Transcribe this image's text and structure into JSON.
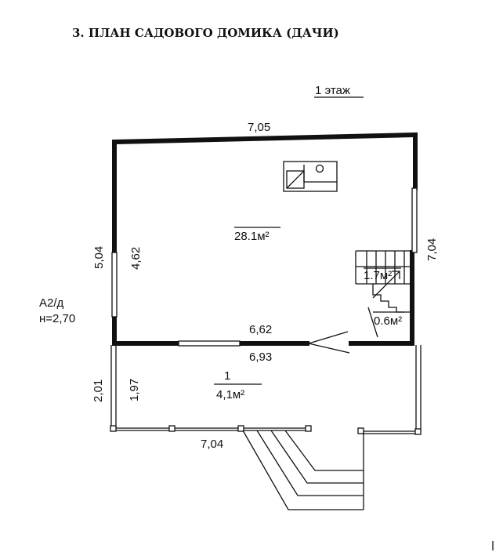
{
  "title": "3. ПЛАН САДОВОГО ДОМИКА (ДАЧИ)",
  "floor_label": "1 этаж",
  "dimensions": {
    "top_width": "7,05",
    "left_height": "5,04",
    "inner_height": "4,62",
    "right_height": "7,04",
    "inner_width": "6,62",
    "outer_width": "6,93",
    "terrace_outer_height": "2,01",
    "terrace_inner_height": "1,97",
    "terrace_width": "7,04"
  },
  "rooms": {
    "main_area": "28.1м²",
    "stair_area": "1.7м²",
    "closet_area": "0.6м²",
    "terrace_number": "1",
    "terrace_area": "4,1м²"
  },
  "side_note": {
    "line1": "А2/д",
    "line2": "н=2,70"
  }
}
